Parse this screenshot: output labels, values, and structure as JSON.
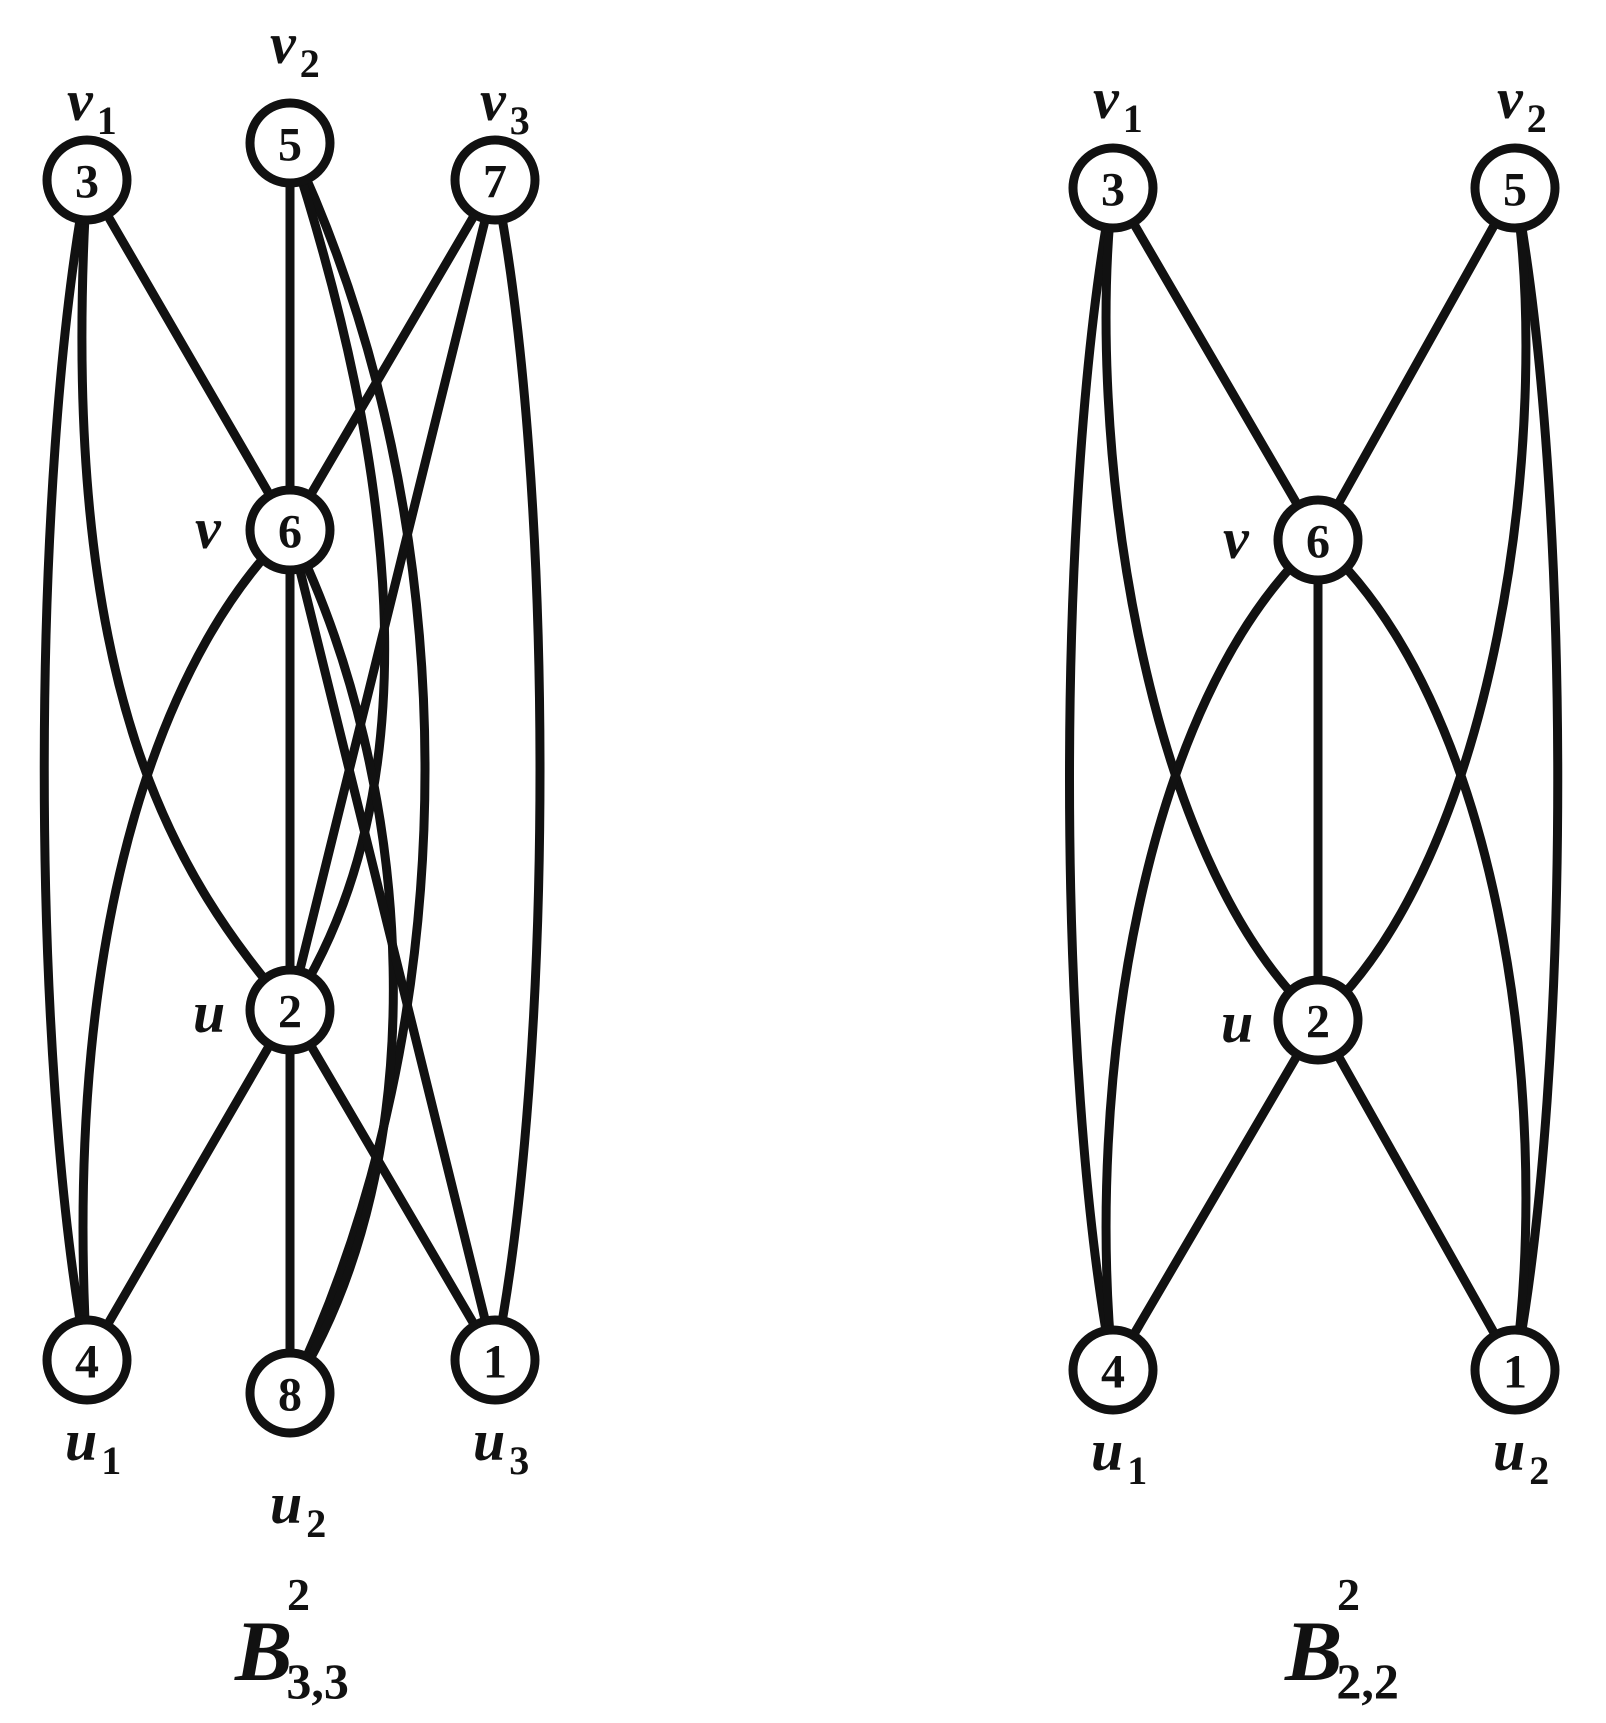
{
  "graphs": [
    {
      "title": {
        "base": "B",
        "sub": "3,3",
        "sup": "2"
      },
      "vertices": [
        {
          "id": "v1",
          "number": "3",
          "label": "v",
          "label_sub": "1"
        },
        {
          "id": "v2",
          "number": "5",
          "label": "v",
          "label_sub": "2"
        },
        {
          "id": "v3",
          "number": "7",
          "label": "v",
          "label_sub": "3"
        },
        {
          "id": "v",
          "number": "6",
          "label": "v",
          "label_sub": ""
        },
        {
          "id": "u",
          "number": "2",
          "label": "u",
          "label_sub": ""
        },
        {
          "id": "u1",
          "number": "4",
          "label": "u",
          "label_sub": "1"
        },
        {
          "id": "u2",
          "number": "8",
          "label": "u",
          "label_sub": "2"
        },
        {
          "id": "u3",
          "number": "1",
          "label": "u",
          "label_sub": "3"
        }
      ],
      "edges": [
        [
          "v1",
          "v"
        ],
        [
          "v2",
          "v"
        ],
        [
          "v3",
          "v"
        ],
        [
          "u1",
          "u"
        ],
        [
          "u2",
          "u"
        ],
        [
          "u3",
          "u"
        ],
        [
          "v",
          "u"
        ],
        [
          "v1",
          "u1"
        ],
        [
          "v2",
          "u2"
        ],
        [
          "v3",
          "u3"
        ],
        [
          "v1",
          "u"
        ],
        [
          "v2",
          "u"
        ],
        [
          "v3",
          "u"
        ],
        [
          "v",
          "u1"
        ],
        [
          "v",
          "u2"
        ],
        [
          "v",
          "u3"
        ]
      ]
    },
    {
      "title": {
        "base": "B",
        "sub": "2,2",
        "sup": "2"
      },
      "vertices": [
        {
          "id": "v1",
          "number": "3",
          "label": "v",
          "label_sub": "1"
        },
        {
          "id": "v2",
          "number": "5",
          "label": "v",
          "label_sub": "2"
        },
        {
          "id": "v",
          "number": "6",
          "label": "v",
          "label_sub": ""
        },
        {
          "id": "u",
          "number": "2",
          "label": "u",
          "label_sub": ""
        },
        {
          "id": "u1",
          "number": "4",
          "label": "u",
          "label_sub": "1"
        },
        {
          "id": "u2",
          "number": "1",
          "label": "u",
          "label_sub": "2"
        }
      ],
      "edges": [
        [
          "v1",
          "v"
        ],
        [
          "v2",
          "v"
        ],
        [
          "u1",
          "u"
        ],
        [
          "u2",
          "u"
        ],
        [
          "v",
          "u"
        ],
        [
          "v1",
          "u1"
        ],
        [
          "v2",
          "u2"
        ],
        [
          "v1",
          "u"
        ],
        [
          "v2",
          "u"
        ],
        [
          "v",
          "u1"
        ],
        [
          "v",
          "u2"
        ]
      ]
    }
  ]
}
